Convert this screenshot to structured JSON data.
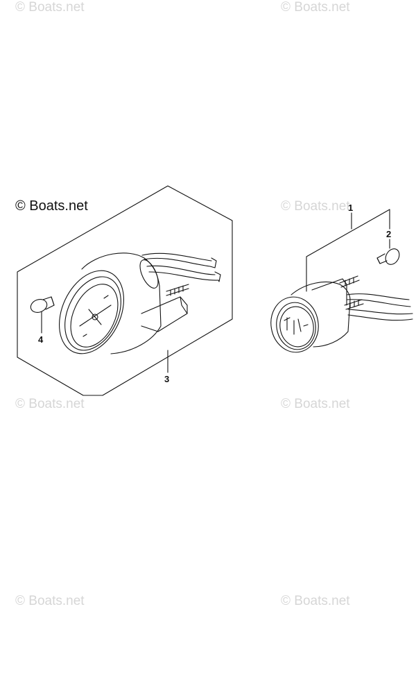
{
  "watermark": "© Boats.net",
  "main_watermark": "© Boats.net",
  "callouts": [
    "1",
    "2",
    "3",
    "4"
  ],
  "colors": {
    "line": "#111111",
    "watermark": "#d6d6d6"
  }
}
